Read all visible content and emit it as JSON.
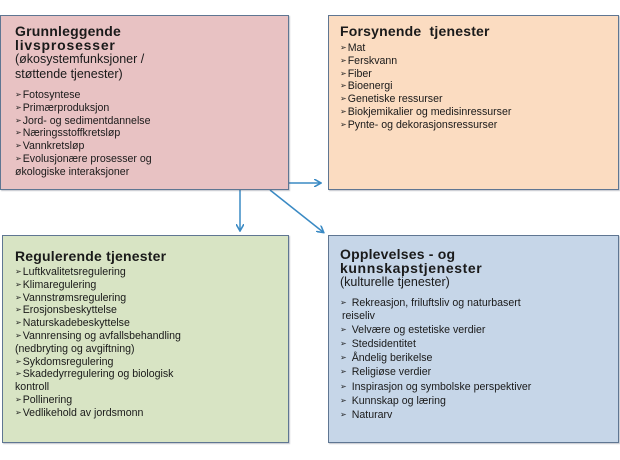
{
  "colors": {
    "supporting": "#e8c2c3",
    "provisioning": "#fbdcc1",
    "regulating": "#d8e4c4",
    "cultural": "#c6d6e8",
    "border": "#5f7692",
    "arrow": "#3a8ac4"
  },
  "bullet_icon": "arrowhead-bullet",
  "bullet_glyph": "➢",
  "boxes": {
    "supporting": {
      "title_line1": "Grunnleggende",
      "title_line2": "livsprosesser",
      "subtitle_line1": "(økosystemfunksjoner /",
      "subtitle_line2": "støttende tjenester)",
      "items": [
        "Fotosyntese",
        "Primærproduksjon",
        "Jord- og sedimentdannelse",
        "Næringsstoffkretsløp",
        "Vannkretsløp",
        "Evolusjonære prosesser og",
        "økologiske interaksjoner"
      ]
    },
    "provisioning": {
      "title": "Forsynende  tjenester",
      "items": [
        "Mat",
        "Ferskvann",
        "Fiber",
        "Bioenergi",
        "Genetiske ressurser",
        "Biokjemikalier og medisinressurser",
        "Pynte- og dekorasjonsressurser"
      ]
    },
    "regulating": {
      "title": "Regulerende tjenester",
      "items": [
        "Luftkvalitetsregulering",
        "Klimaregulering",
        "Vannstrømsregulering",
        "Erosjonsbeskyttelse",
        "Naturskadebeskyttelse",
        "Vannrensing og avfallsbehandling",
        "(nedbryting og avgiftning)",
        "Sykdomsregulering",
        "Skadedyrregulering og biologisk",
        "kontroll",
        "Pollinering",
        "Vedlikehold av jordsmonn"
      ]
    },
    "cultural": {
      "title_line1": "Opplevelses - og",
      "title_line2": "kunnskapstjenester",
      "subtitle": "(kulturelle tjenester)",
      "items": [
        "Rekreasjon, friluftsliv og naturbasert",
        "reiseliv",
        "Velvære og estetiske verdier",
        "Stedsidentitet",
        "Åndelig berikelse",
        "Religiøse verdier",
        "Inspirasjon og symbolske perspektiver",
        "Kunnskap og læring",
        "Naturarv"
      ]
    }
  },
  "arrows": [
    {
      "from": "supporting",
      "to": "provisioning"
    },
    {
      "from": "supporting",
      "to": "regulating"
    },
    {
      "from": "supporting",
      "to": "cultural"
    }
  ]
}
